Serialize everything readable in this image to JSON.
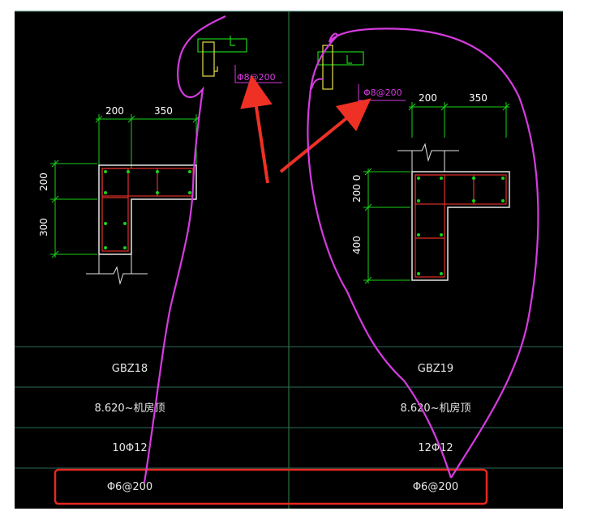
{
  "left": {
    "dim_top_a": "200",
    "dim_top_b": "350",
    "dim_side_a": "200",
    "dim_side_b": "300",
    "stirrup_callout": "Φ8@200"
  },
  "right": {
    "dim_top_a": "200",
    "dim_top_b": "350",
    "dim_side_a": "200 0",
    "dim_side_b": "400",
    "stirrup_callout": "Φ8@200"
  },
  "table": {
    "rows": [
      {
        "left": "GBZ18",
        "right": "GBZ19"
      },
      {
        "left": "8.620~机房顶",
        "right": "8.620~机房顶"
      },
      {
        "left": "10Φ12",
        "right": "12Φ12"
      },
      {
        "left": "Φ6@200",
        "right": "Φ6@200"
      }
    ]
  },
  "colors": {
    "background": "#000000",
    "dimension_lines": "#19d219",
    "rebar": "#e0302a",
    "outline": "#e6e6e6",
    "annotation_ink": "#d63be0",
    "highlight_box": "#e8281e",
    "arrow": "#ee3124"
  }
}
